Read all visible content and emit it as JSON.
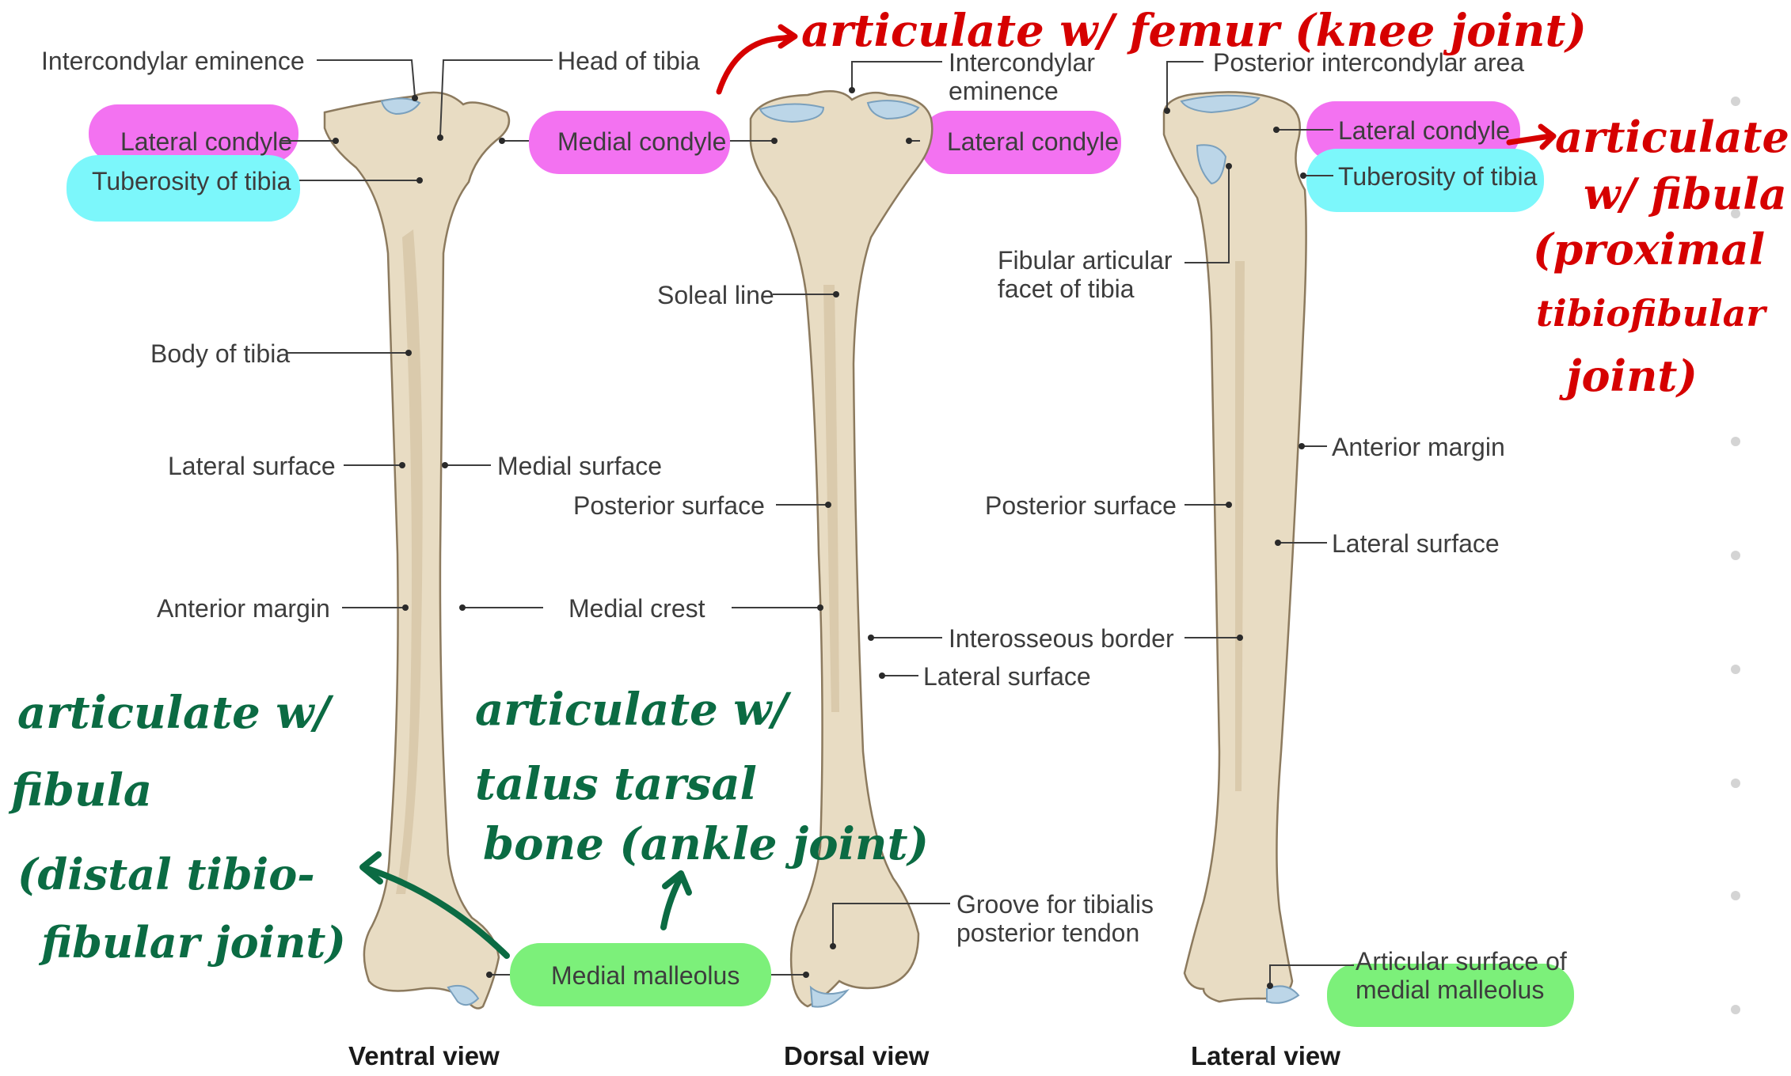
{
  "views": {
    "ventral": "Ventral view",
    "dorsal": "Dorsal view",
    "lateral": "Lateral view"
  },
  "labels": {
    "v_intercondylar": "Intercondylar eminence",
    "v_lateral_condyle": "Lateral condyle",
    "v_tuberosity": "Tuberosity of tibia",
    "v_body": "Body of tibia",
    "v_lateral_surface": "Lateral surface",
    "v_anterior_margin": "Anterior margin",
    "v_head": "Head of tibia",
    "v_medial_condyle": "Medial condyle",
    "v_medial_surface": "Medial surface",
    "v_medial_crest": "Medial crest",
    "v_medial_malleolus": "Medial malleolus",
    "d_intercondylar_1": "Intercondylar",
    "d_intercondylar_2": "eminence",
    "d_lateral_condyle": "Lateral condyle",
    "d_soleal_line": "Soleal line",
    "d_posterior_surface": "Posterior surface",
    "d_interosseous": "Interosseous border",
    "d_lateral_surface": "Lateral surface",
    "d_groove_1": "Groove for tibialis",
    "d_groove_2": "posterior tendon",
    "l_posterior_intercondylar": "Posterior intercondylar area",
    "l_lateral_condyle": "Lateral condyle",
    "l_tuberosity": "Tuberosity of tibia",
    "l_fibular_facet_1": "Fibular articular",
    "l_fibular_facet_2": "facet of tibia",
    "l_anterior_margin": "Anterior margin",
    "l_posterior_surface": "Posterior surface",
    "l_lateral_surface": "Lateral surface",
    "l_articular_1": "Articular surface of",
    "l_articular_2": "medial malleolus"
  },
  "handwriting": {
    "red_top": "articulate w/ femur (knee joint)",
    "red_right_1": "articulate",
    "red_right_2": "w/ fibula",
    "red_right_3": "(proximal",
    "red_right_4": "tibiofibular",
    "red_right_5": "joint)",
    "green_left_1": "articulate w/",
    "green_left_2": "fibula",
    "green_left_3": "(distal tibio-",
    "green_left_4": "fibular joint)",
    "green_mid_1": "articulate w/",
    "green_mid_2": "talus tarsal",
    "green_mid_3": "bone (ankle joint)"
  },
  "colors": {
    "highlight_pink": "#f26af0",
    "highlight_cyan": "#7cf7fb",
    "highlight_green": "#7cf07a",
    "ink_red": "#d60000",
    "ink_green": "#0b6b43",
    "bone": "#e8dcc3"
  }
}
